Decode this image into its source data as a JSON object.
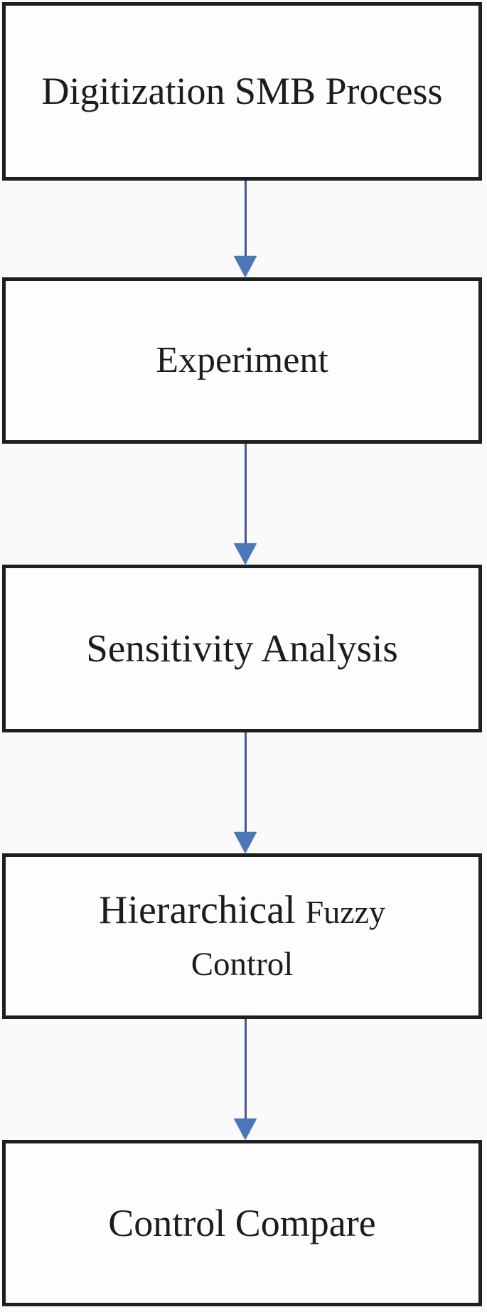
{
  "figure": {
    "type": "flowchart",
    "direction": "top-down",
    "nodes": [
      {
        "id": "digitization-smb-process",
        "label": "Digitization SMB Process"
      },
      {
        "id": "experiment",
        "label": "Experiment"
      },
      {
        "id": "sensitivity-analysis",
        "label": "Sensitivity Analysis"
      },
      {
        "id": "hierarchical-fuzzy-control",
        "label": "Hierarchical Fuzzy Control",
        "label_parts": {
          "large": "Hierarchical",
          "medium": "Fuzzy",
          "line2": "Control"
        }
      },
      {
        "id": "control-compare",
        "label": "Control Compare"
      }
    ],
    "edges": [
      {
        "from": "digitization-smb-process",
        "to": "experiment"
      },
      {
        "from": "experiment",
        "to": "sensitivity-analysis"
      },
      {
        "from": "sensitivity-analysis",
        "to": "hierarchical-fuzzy-control"
      },
      {
        "from": "hierarchical-fuzzy-control",
        "to": "control-compare"
      }
    ]
  },
  "colors": {
    "page_bg": "#fafafa",
    "node_bg": "#fdfdfd",
    "node_border": "#1f1f1f",
    "arrow_line": "#3d5a8a",
    "arrow_head": "#4b77b8",
    "text": "#1c1c1c"
  }
}
